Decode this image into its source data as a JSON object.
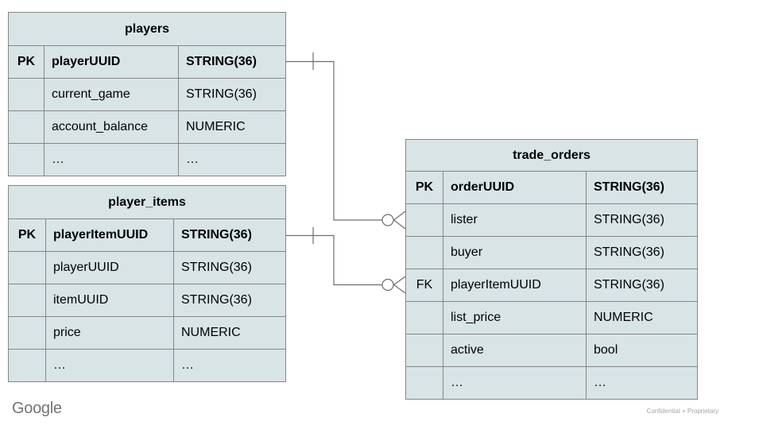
{
  "tables": [
    {
      "name": "players",
      "rows": [
        {
          "key": "PK",
          "name": "playerUUID",
          "type": "STRING(36)"
        },
        {
          "key": "",
          "name": "current_game",
          "type": "STRING(36)"
        },
        {
          "key": "",
          "name": "account_balance",
          "type": "NUMERIC"
        },
        {
          "key": "",
          "name": "…",
          "type": "…"
        }
      ]
    },
    {
      "name": "player_items",
      "rows": [
        {
          "key": "PK",
          "name": "playerItemUUID",
          "type": "STRING(36)"
        },
        {
          "key": "",
          "name": "playerUUID",
          "type": "STRING(36)"
        },
        {
          "key": "",
          "name": "itemUUID",
          "type": "STRING(36)"
        },
        {
          "key": "",
          "name": "price",
          "type": "NUMERIC"
        },
        {
          "key": "",
          "name": "…",
          "type": "…"
        }
      ]
    },
    {
      "name": "trade_orders",
      "rows": [
        {
          "key": "PK",
          "name": "orderUUID",
          "type": "STRING(36)"
        },
        {
          "key": "",
          "name": "lister",
          "type": "STRING(36)"
        },
        {
          "key": "",
          "name": "buyer",
          "type": "STRING(36)"
        },
        {
          "key": "FK",
          "name": "playerItemUUID",
          "type": "STRING(36)"
        },
        {
          "key": "",
          "name": "list_price",
          "type": "NUMERIC"
        },
        {
          "key": "",
          "name": "active",
          "type": "bool"
        },
        {
          "key": "",
          "name": "…",
          "type": "…"
        }
      ]
    }
  ],
  "relationships": [
    {
      "from_table": "players",
      "from_column": "playerUUID",
      "to_table": "trade_orders",
      "to_column": "lister",
      "from_cardinality": "one",
      "to_cardinality": "zero-or-many"
    },
    {
      "from_table": "player_items",
      "from_column": "playerItemUUID",
      "to_table": "trade_orders",
      "to_column": "playerItemUUID",
      "from_cardinality": "one",
      "to_cardinality": "zero-or-many"
    }
  ],
  "colors": {
    "table_fill": "#d9e4e7",
    "table_border": "#868686",
    "connector": "#6e6e6e",
    "footer_logo": "#747474",
    "confidential_text": "#a6a6a6"
  },
  "footer": {
    "logo_text": "Google",
    "confidential_label": "Confidential + Proprietary"
  }
}
